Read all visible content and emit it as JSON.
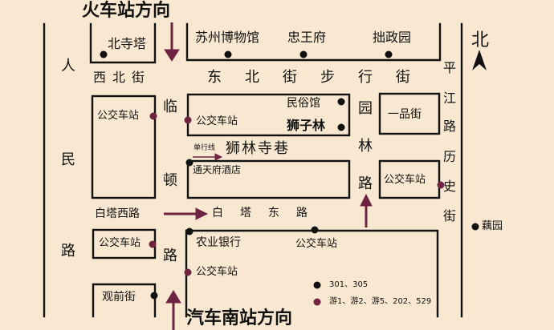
{
  "top_direction": "火车站方向",
  "bottom_direction": "汽车南站方向",
  "north_label": "北",
  "roads": {
    "renmin_lu": [
      "人",
      "民",
      "路"
    ],
    "xibei_jie": "西北街",
    "dongbei_jie": "东北街步行街",
    "lin_dun_lu_top": "临",
    "lin_dun_lu_mid": "顿",
    "lin_dun_lu_bottom": "路",
    "yuanlin_lu": [
      "园",
      "林",
      "路"
    ],
    "pingjiang_lu": [
      "平",
      "江",
      "路",
      "历",
      "史",
      "街"
    ],
    "shilin_sixiang": "狮林寺巷",
    "one_way": "单行线",
    "baita_xilu": "白塔西路",
    "baita_donglu": "白塔东路"
  },
  "places": {
    "beisita": "北寺塔",
    "suzhou_museum": "苏州博物馆",
    "zhongwangfu": "忠王府",
    "zhuozhengyuan": "拙政园",
    "minsuguan": "民俗馆",
    "shizilin": "狮子林",
    "yipinjie": "一品街",
    "tongtianfu_hotel": "通天府酒店",
    "nongye_bank": "农业银行",
    "guanqianjie": "观前街",
    "ouyuan": "藕园"
  },
  "bus_stops": {
    "stop_label": "公交车站"
  },
  "legend": {
    "black_routes": "301、305",
    "purple_routes": "游1、游2、游5、202、529"
  },
  "colors": {
    "background": "#f9e8d1",
    "line": "#111111",
    "accent": "#6e2440"
  }
}
